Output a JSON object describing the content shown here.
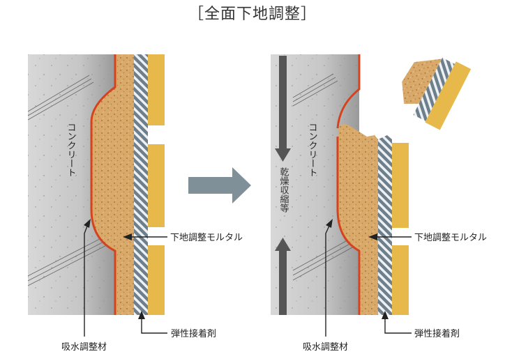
{
  "title": "［全面下地調整］",
  "left_panel": {
    "concrete_label": "コンクリート",
    "mortar_label": "下地調整モルタル",
    "absorb_label": "吸水調整材",
    "adhesive_label": "弾性接着剤"
  },
  "right_panel": {
    "concrete_label": "コンクリート",
    "shrink_label": "乾燥収縮等",
    "mortar_label": "下地調整モルタル",
    "absorb_label": "吸水調整材",
    "adhesive_label": "弾性接着剤"
  },
  "colors": {
    "concrete": "#c9c9c9",
    "mortar": "#d9a96a",
    "absorb_layer": "#d4421e",
    "adhesive": "#6d7f8c",
    "tile": "#e7b94a",
    "arrow": "#7f9098",
    "shrink_arrow": "#555555"
  }
}
